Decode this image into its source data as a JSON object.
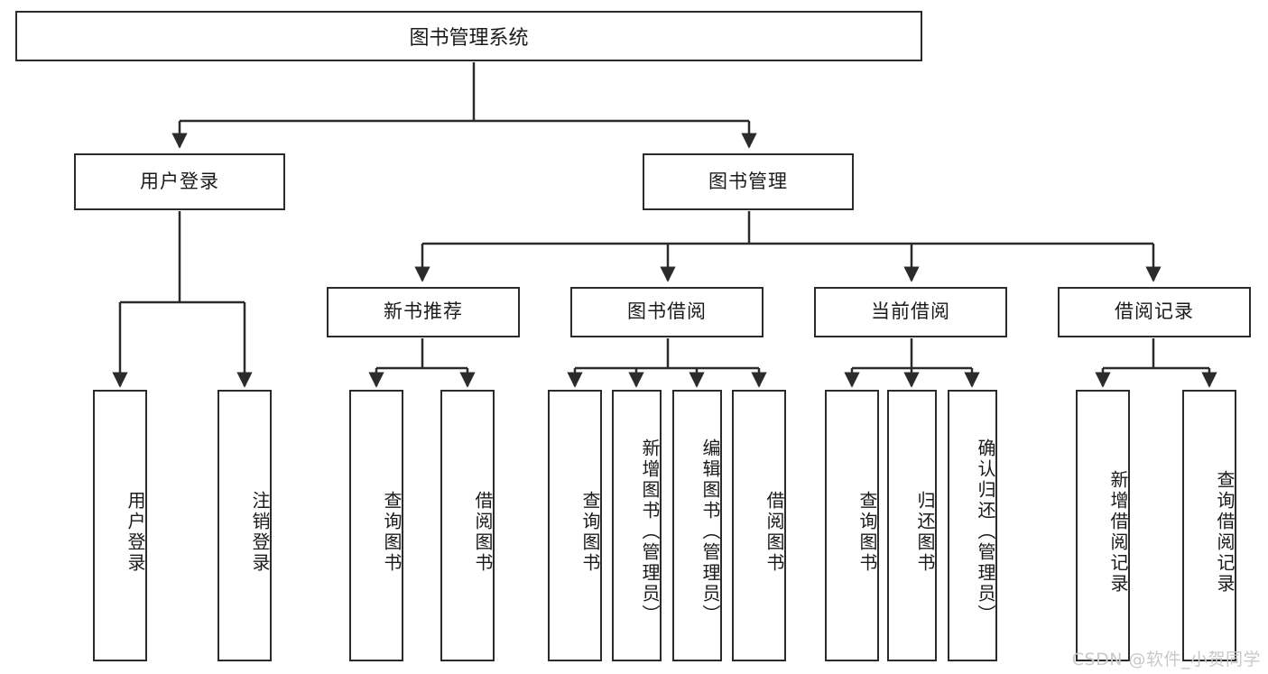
{
  "diagram": {
    "title": "图书管理系统",
    "type": "tree-hierarchy-chart",
    "root": {
      "label": "图书管理系统"
    },
    "level2": [
      {
        "label": "用户登录"
      },
      {
        "label": "图书管理"
      }
    ],
    "level3": [
      {
        "label": "新书推荐"
      },
      {
        "label": "图书借阅"
      },
      {
        "label": "当前借阅"
      },
      {
        "label": "借阅记录"
      }
    ],
    "leaves": {
      "user_login": [
        {
          "label": "用户登录"
        },
        {
          "label": "注销登录"
        }
      ],
      "new_book_recommend": [
        {
          "label": "查询图书"
        },
        {
          "label": "借阅图书"
        }
      ],
      "book_borrow": [
        {
          "label": "查询图书"
        },
        {
          "label": "新增图书（管理员）"
        },
        {
          "label": "编辑图书（管理员）"
        },
        {
          "label": "借阅图书"
        }
      ],
      "current_borrow": [
        {
          "label": "查询图书"
        },
        {
          "label": "归还图书"
        },
        {
          "label": "确认归还（管理员）"
        }
      ],
      "borrow_record": [
        {
          "label": "新增借阅记录"
        },
        {
          "label": "查询借阅记录"
        }
      ]
    }
  },
  "watermark": {
    "text": "CSDN @软件_小贺同学"
  },
  "colors": {
    "stroke": "#2b2b2b",
    "background": "#ffffff",
    "text": "#1a1a1a",
    "watermark": "#c9c9c9"
  }
}
